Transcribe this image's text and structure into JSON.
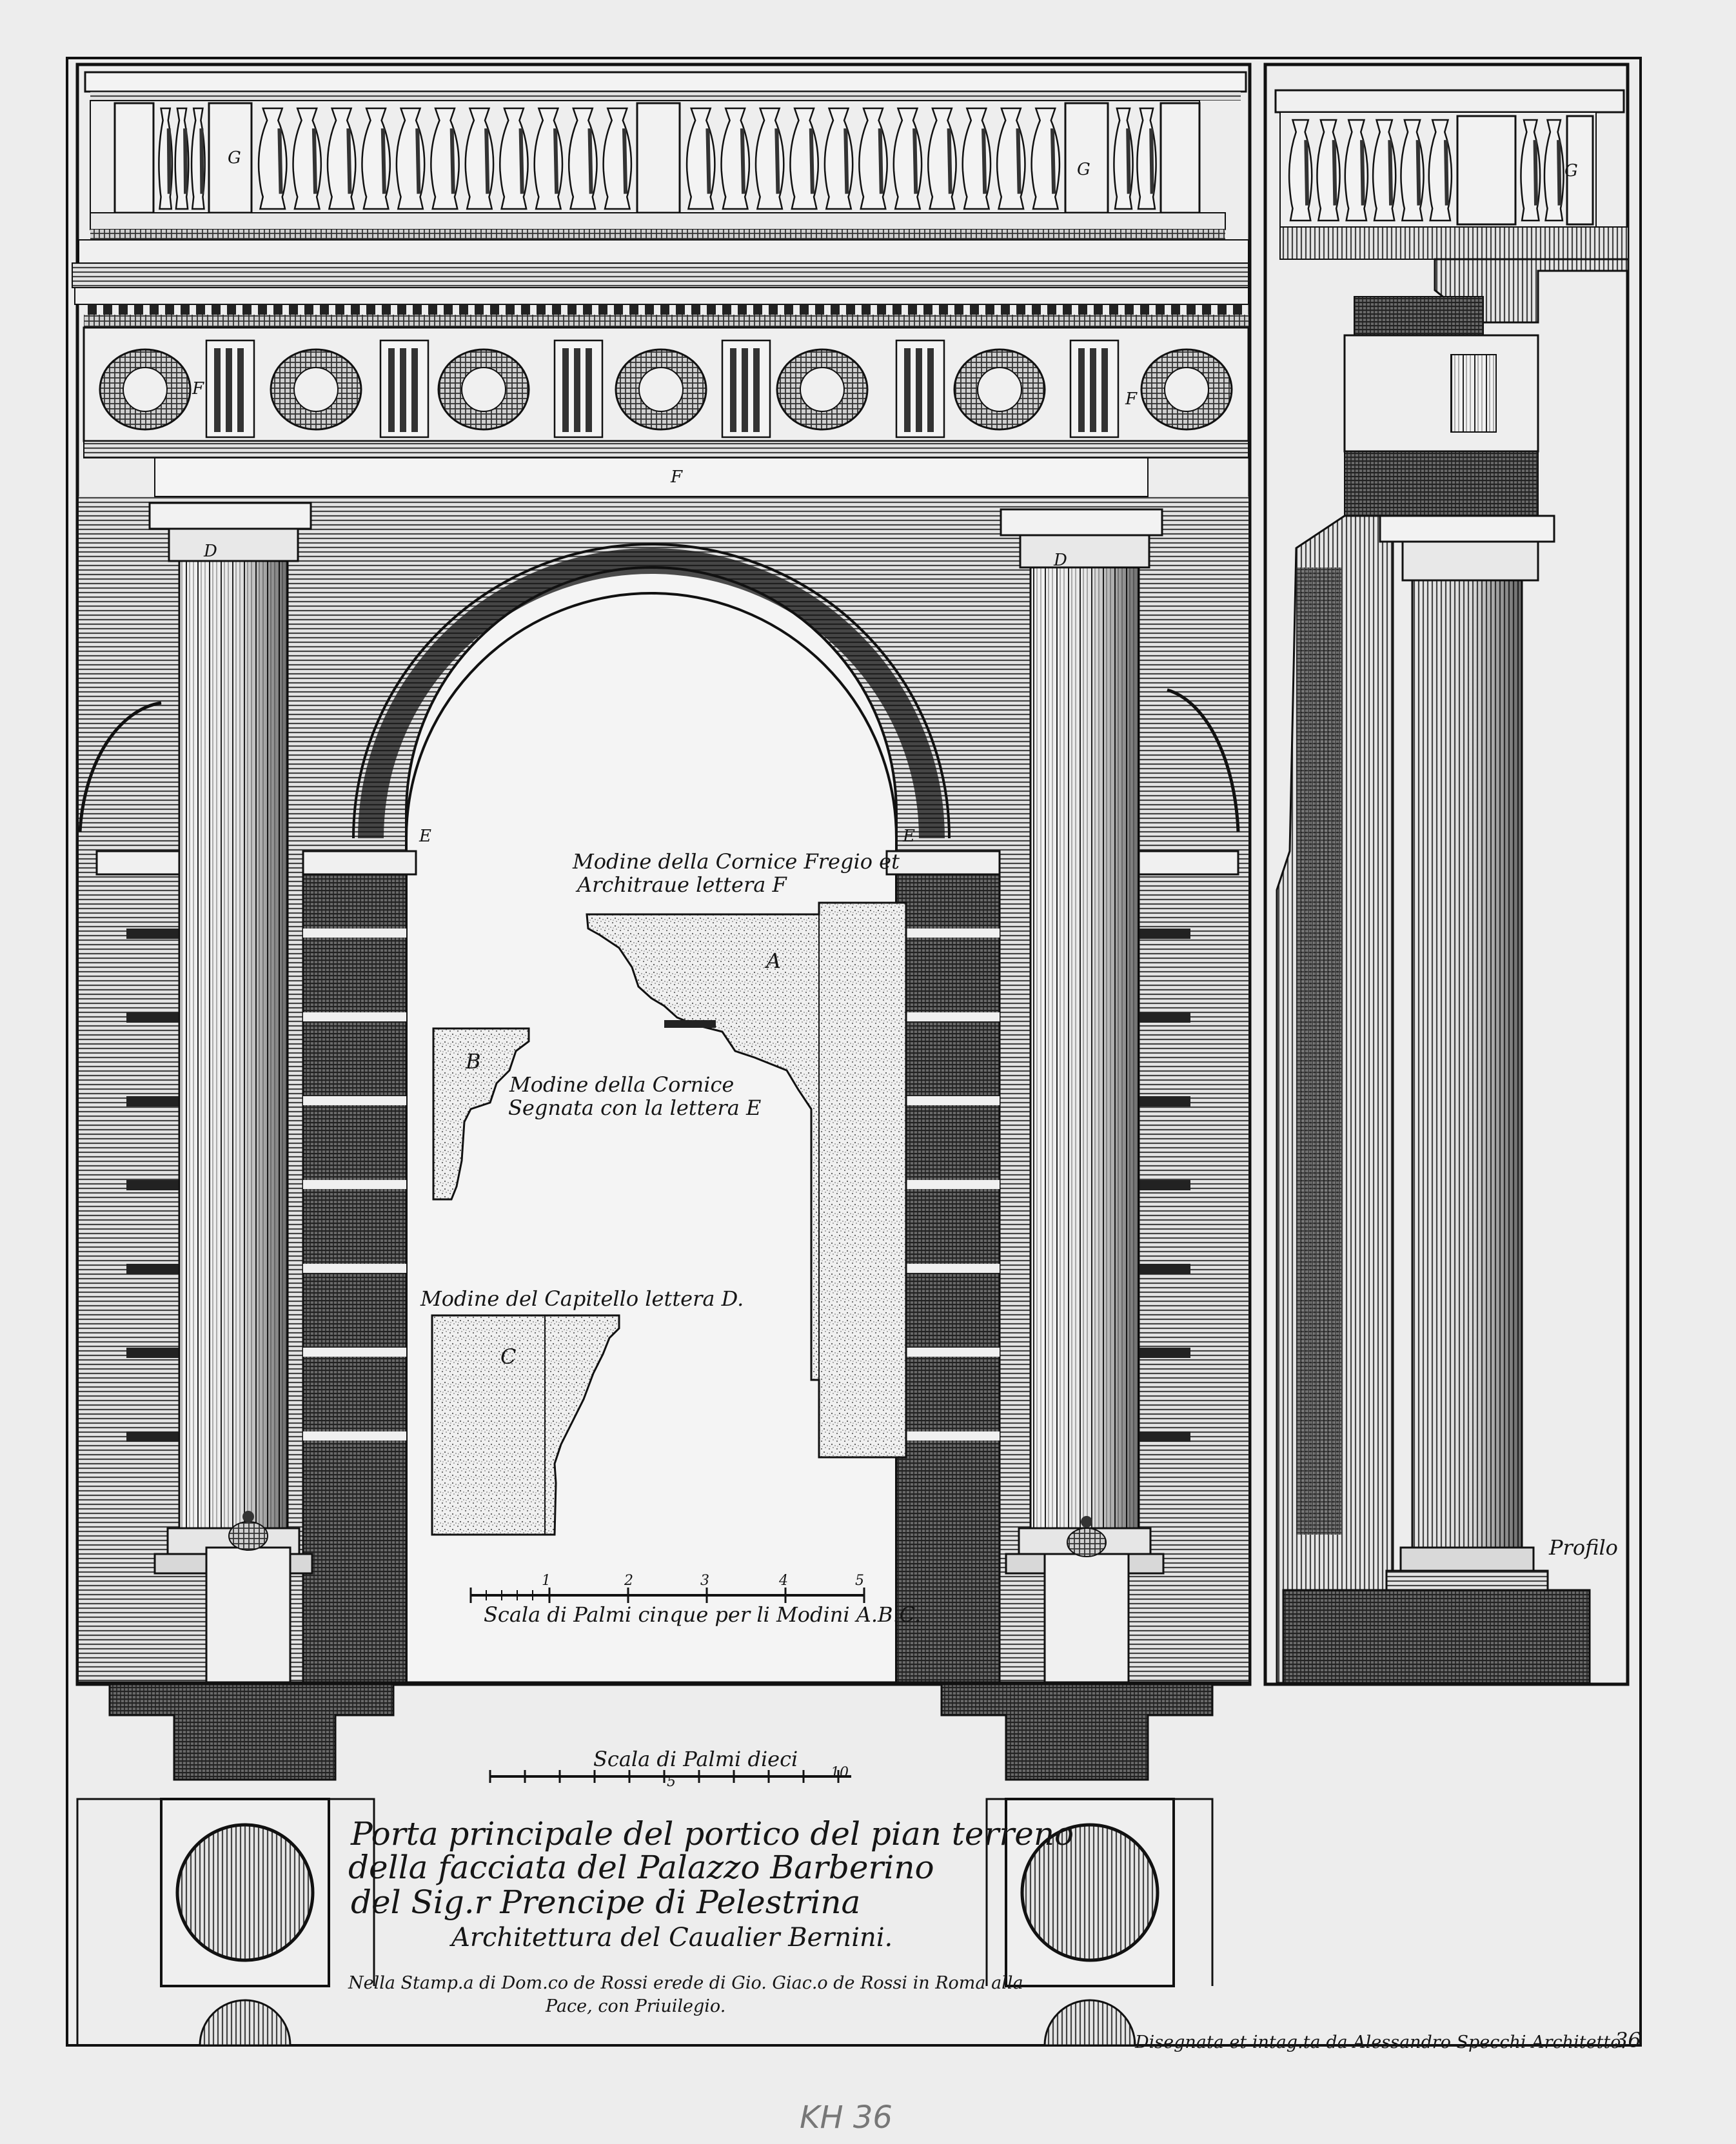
{
  "colors": {
    "paper": "#ededed",
    "ink": "#1a1a1a",
    "hatch": "#555555"
  },
  "letters": {
    "G": "G",
    "F": "F",
    "D": "D",
    "E": "E",
    "A": "A",
    "B": "B",
    "C": "C"
  },
  "captions": {
    "cornice_frieze_line1": "Modine della Cornice Fregio et",
    "cornice_frieze_line2": "Architraue lettera F",
    "cornice_e_line1": "Modine della Cornice",
    "cornice_e_line2": "Segnata con la lettera E",
    "capital": "Modine del Capitello lettera D.",
    "profile": "Profilo"
  },
  "scales": {
    "small_label": "Scala di Palmi cinque per li Modini A.B.C.",
    "small_ticks": [
      "1",
      "2",
      "3",
      "4",
      "5"
    ],
    "large_label": "Scala di Palmi dieci",
    "large_ticks": [
      "5",
      "10"
    ]
  },
  "title": {
    "line1": "Porta principale del portico del pian terreno",
    "line2": "della facciata del Palazzo Barberino",
    "line3": "del Sig.r Prencipe di Pelestrina",
    "line4": "Architettura del Caualier Bernini."
  },
  "imprint": {
    "line1": "Nella Stamp.a di Dom.co de Rossi erede di Gio. Giac.o de Rossi in Roma alla",
    "line2": "Pace, con Priuilegio."
  },
  "credit": "Disegnata et intag.ta da Alessandro Specchi Architetto.",
  "plate_number": "36",
  "pencil_note": "KH 36"
}
